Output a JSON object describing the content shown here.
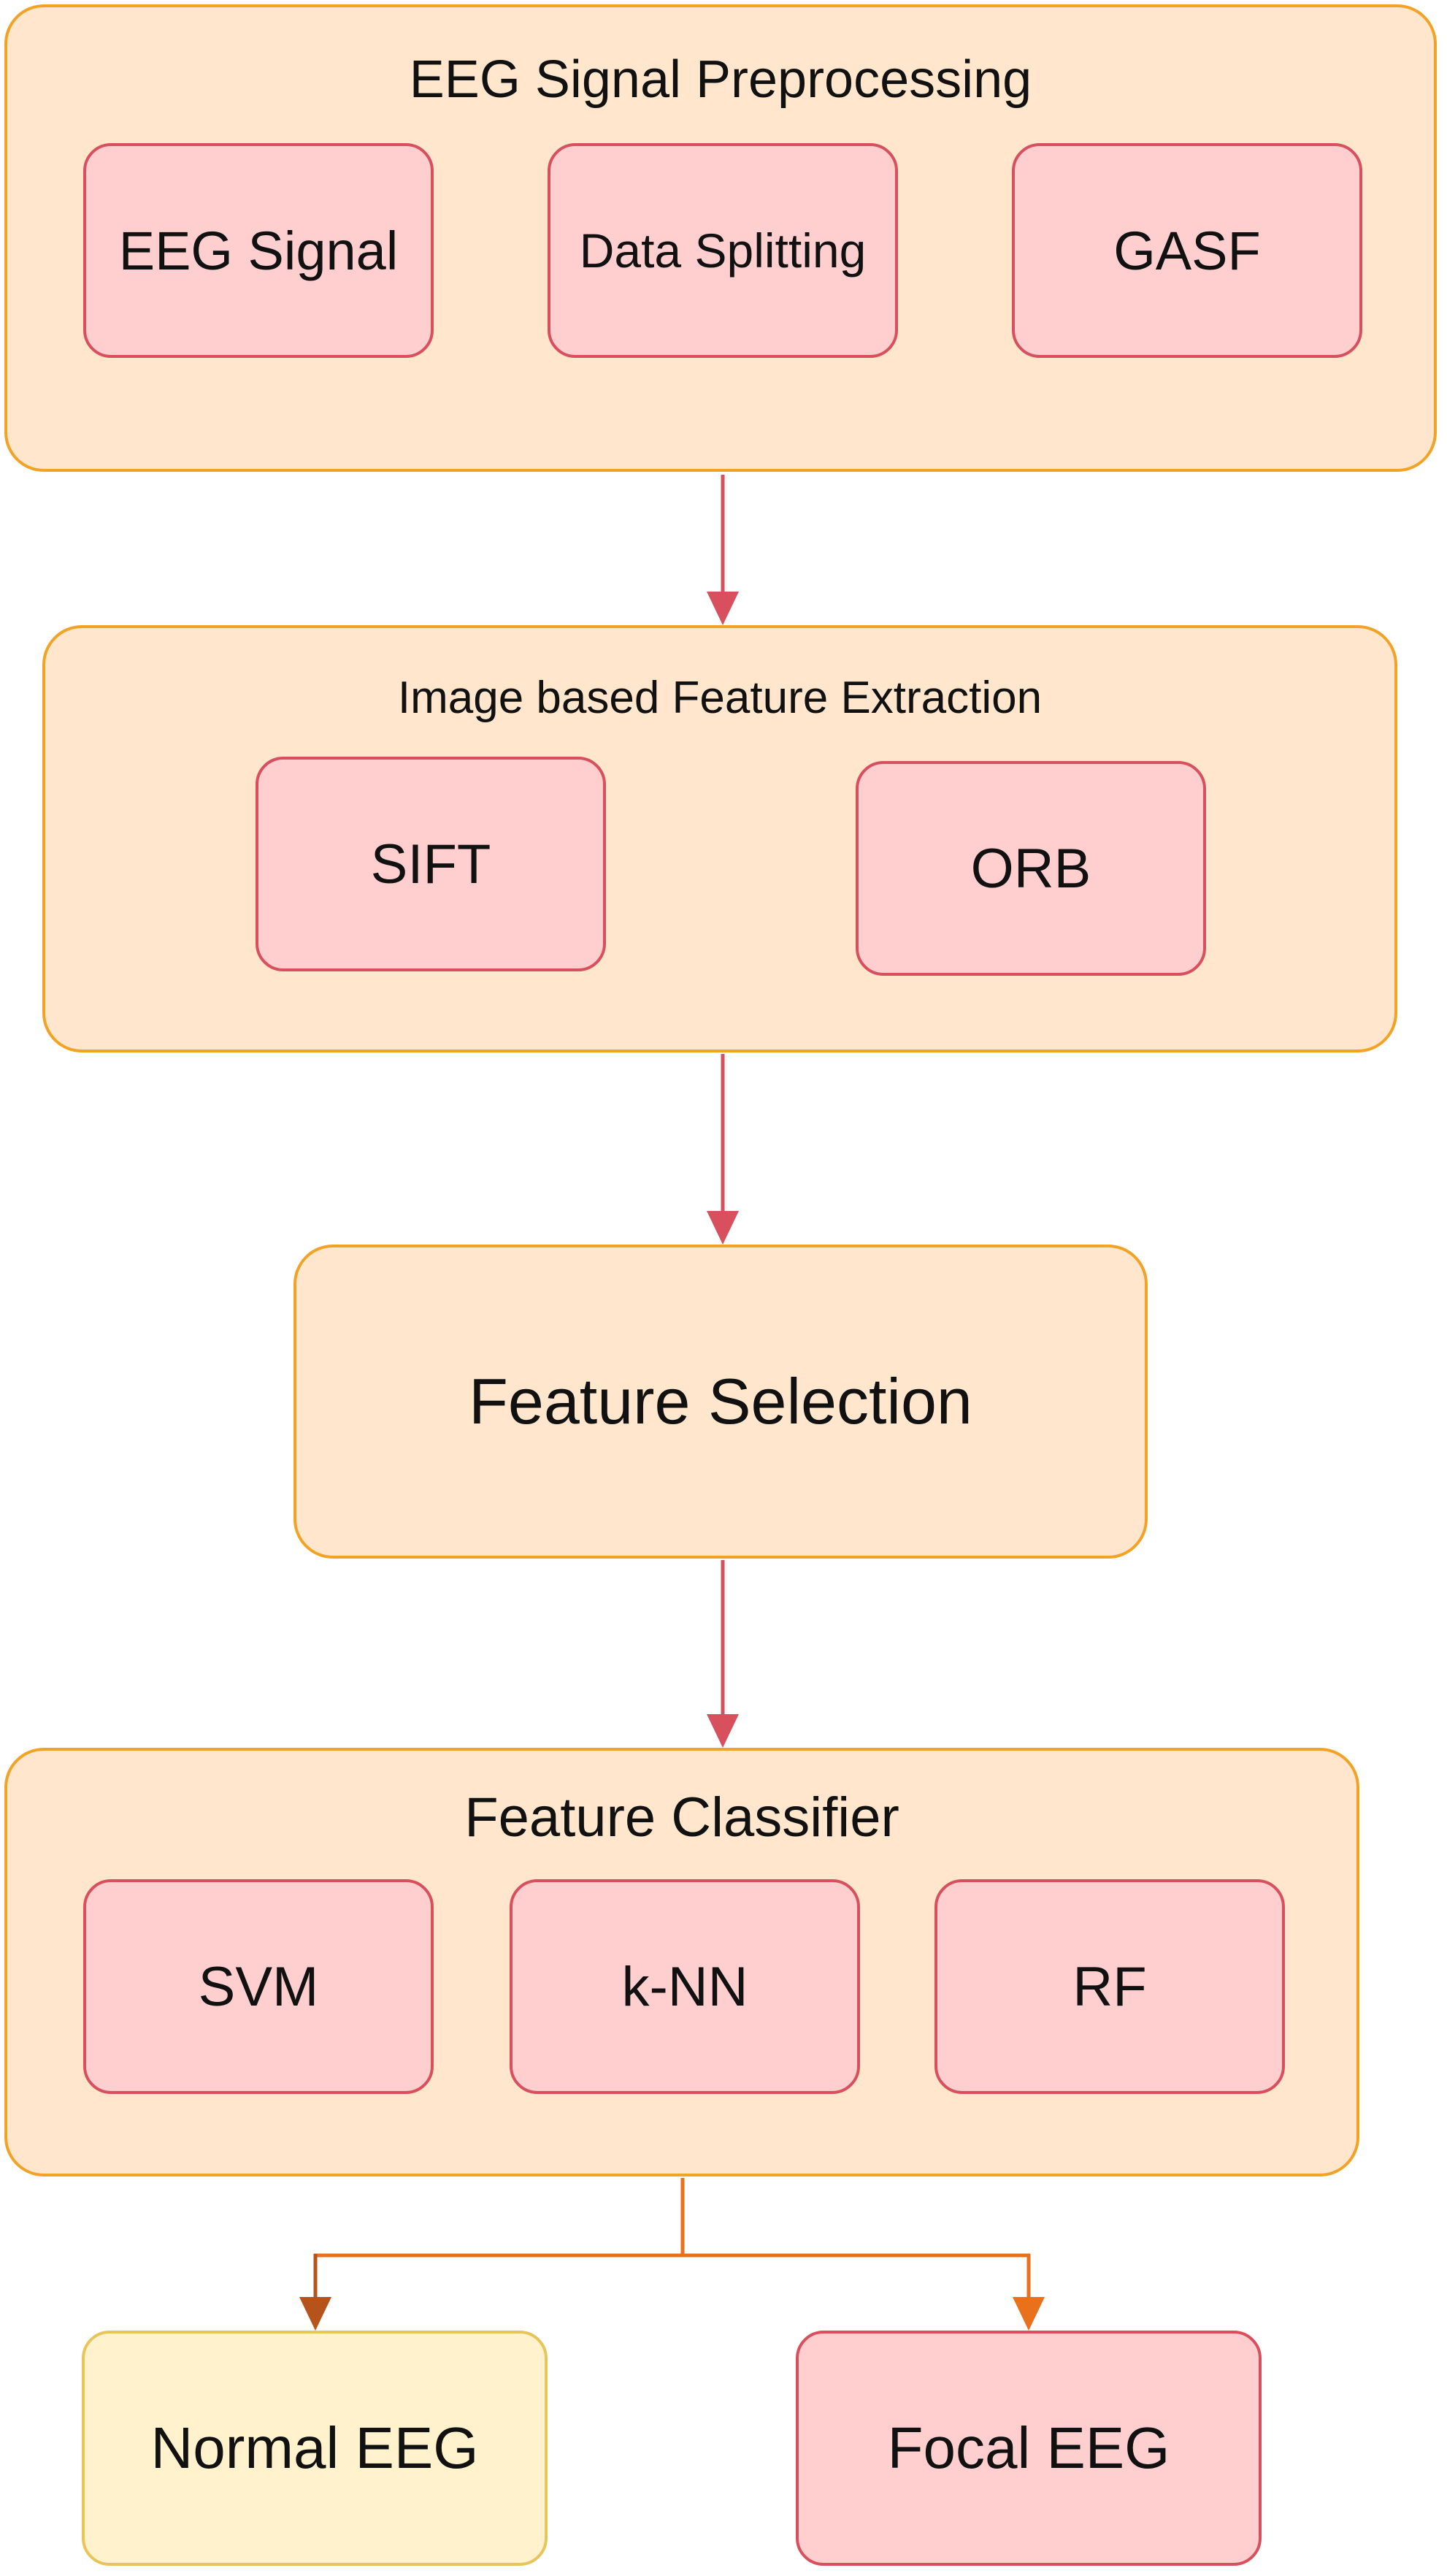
{
  "preprocessing": {
    "title": "EEG Signal Preprocessing",
    "items": [
      "EEG Signal",
      "Data Splitting",
      "GASF"
    ]
  },
  "extraction": {
    "title": "Image based Feature Extraction",
    "items": [
      "SIFT",
      "ORB"
    ]
  },
  "selection": {
    "title": "Feature Selection"
  },
  "classifier": {
    "title": "Feature Classifier",
    "items": [
      "SVM",
      "k-NN",
      "RF"
    ]
  },
  "outputs": {
    "normal": "Normal EEG",
    "focal": "Focal EEG"
  },
  "colors": {
    "group_fill": "#ffe6cc",
    "group_border": "#f2a325",
    "item_fill": "#ffcfcf",
    "item_border": "#d8505d",
    "normal_fill": "#fff2cc",
    "normal_border": "#e8c55a",
    "arrow_red": "#d8505d",
    "arrow_orange": "#e9711c",
    "arrow_brown": "#b5531b"
  }
}
